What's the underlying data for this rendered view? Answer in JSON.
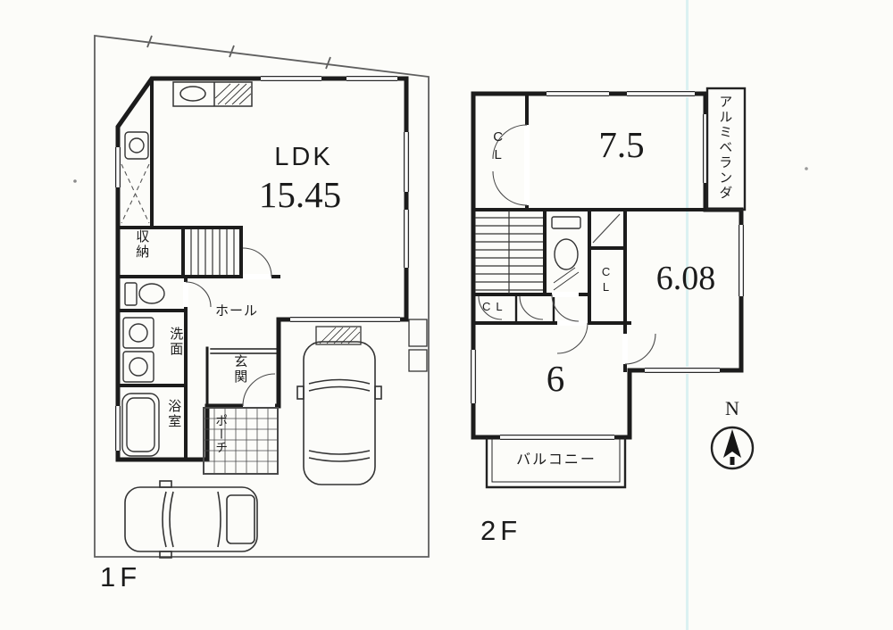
{
  "page": {
    "background": "#fcfcf9",
    "ink_color": "#1c1c1c",
    "scan_line_color": "rgba(90,200,210,0.20)"
  },
  "floor1": {
    "label": "1F",
    "ldk": {
      "name": "LDK",
      "area": "15.45"
    },
    "storage_label": "収納",
    "hall_label": "ホール",
    "washroom_label": "洗面",
    "entrance_label": "玄関",
    "bathroom_label": "浴室",
    "porch_label": "ポーチ"
  },
  "floor2": {
    "label": "2F",
    "bedroom_a_area": "7.5",
    "bedroom_b_area": "6.08",
    "bedroom_c_area": "6",
    "veranda_label": "アルミベランダ",
    "balcony_label": "バルコニー",
    "closet_a_label": "CL",
    "closet_b_label": "CL",
    "closet_c_label": "CL",
    "compass_north_label": "N"
  }
}
